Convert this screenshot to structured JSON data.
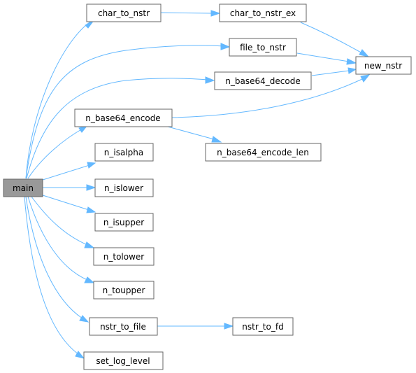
{
  "graph": {
    "nodes": {
      "main": "main",
      "char_to_nstr": "char_to_nstr",
      "char_to_nstr_ex": "char_to_nstr_ex",
      "file_to_nstr": "file_to_nstr",
      "n_base64_decode": "n_base64_decode",
      "n_base64_encode": "n_base64_encode",
      "n_base64_encode_len": "n_base64_encode_len",
      "new_nstr": "new_nstr",
      "n_isalpha": "n_isalpha",
      "n_islower": "n_islower",
      "n_isupper": "n_isupper",
      "n_tolower": "n_tolower",
      "n_toupper": "n_toupper",
      "nstr_to_file": "nstr_to_file",
      "nstr_to_fd": "nstr_to_fd",
      "set_log_level": "set_log_level"
    },
    "edges": [
      [
        "main",
        "char_to_nstr"
      ],
      [
        "main",
        "file_to_nstr"
      ],
      [
        "main",
        "n_base64_decode"
      ],
      [
        "main",
        "n_base64_encode"
      ],
      [
        "main",
        "n_isalpha"
      ],
      [
        "main",
        "n_islower"
      ],
      [
        "main",
        "n_isupper"
      ],
      [
        "main",
        "n_tolower"
      ],
      [
        "main",
        "n_toupper"
      ],
      [
        "main",
        "nstr_to_file"
      ],
      [
        "main",
        "set_log_level"
      ],
      [
        "char_to_nstr",
        "char_to_nstr_ex"
      ],
      [
        "char_to_nstr_ex",
        "new_nstr"
      ],
      [
        "file_to_nstr",
        "new_nstr"
      ],
      [
        "n_base64_decode",
        "new_nstr"
      ],
      [
        "n_base64_encode",
        "new_nstr"
      ],
      [
        "n_base64_encode",
        "n_base64_encode_len"
      ],
      [
        "nstr_to_file",
        "nstr_to_fd"
      ]
    ],
    "colors": {
      "edge": "#63b8ff",
      "root_fill": "#999999",
      "node_border": "#666666",
      "node_fill": "#ffffff"
    }
  }
}
